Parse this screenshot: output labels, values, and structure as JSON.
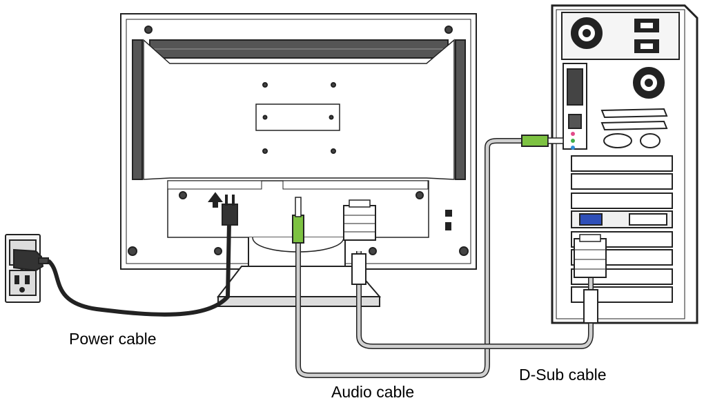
{
  "labels": {
    "power_cable": "Power cable",
    "audio_cable": "Audio cable",
    "dsub_cable": "D-Sub cable"
  },
  "colors": {
    "outline": "#222222",
    "cable_gray": "#c8c8c8",
    "audio_plug_green": "#7dc242",
    "vga_port_blue": "#2f4fb8",
    "jack_pink": "#e24b8a",
    "jack_green": "#3fae49",
    "jack_blue": "#2f8fd8"
  },
  "icons": [
    "wall-outlet-icon",
    "monitor-back-icon",
    "pc-tower-icon",
    "arrow-up-icon",
    "padlock-icon"
  ]
}
